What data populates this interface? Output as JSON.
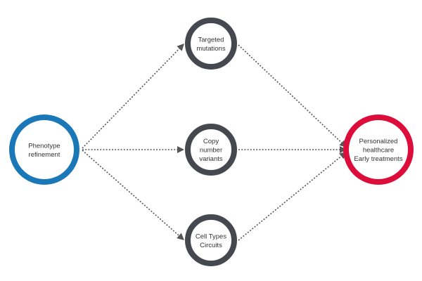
{
  "colors": {
    "source": "#1a77b8",
    "middle": "#45484f",
    "target": "#dd0d3b",
    "edge": "#555555"
  },
  "nodes": [
    {
      "id": "phenotype",
      "role": "source",
      "lines": [
        "Phenotype",
        "refinement"
      ]
    },
    {
      "id": "targeted",
      "role": "middle",
      "lines": [
        "Targeted",
        "mutations"
      ]
    },
    {
      "id": "copy",
      "role": "middle",
      "lines": [
        "Copy",
        "number",
        "variants"
      ]
    },
    {
      "id": "celltypes",
      "role": "middle",
      "lines": [
        "Cell Types",
        "Circuits"
      ]
    },
    {
      "id": "personalized",
      "role": "target",
      "lines": [
        "Personalized",
        "healthcare",
        "Early treatments"
      ]
    }
  ],
  "edges": [
    {
      "from": "phenotype",
      "to": "targeted"
    },
    {
      "from": "phenotype",
      "to": "copy"
    },
    {
      "from": "phenotype",
      "to": "celltypes"
    },
    {
      "from": "targeted",
      "to": "personalized"
    },
    {
      "from": "copy",
      "to": "personalized"
    },
    {
      "from": "celltypes",
      "to": "personalized"
    }
  ]
}
